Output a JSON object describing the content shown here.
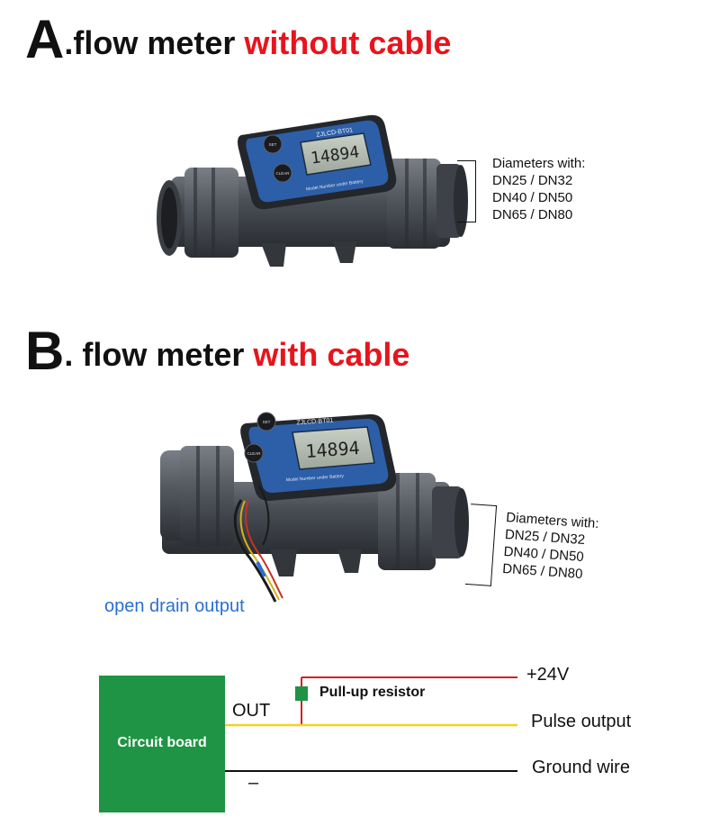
{
  "section_a": {
    "letter": "A",
    "title_plain": ".flow meter ",
    "title_accent": "without cable",
    "display_brand": "ZJLCD-BT01",
    "display_reading": "14894",
    "button_set": "SET",
    "button_clear": "CLEAR",
    "display_caption": "Model Number under Battery",
    "diameters": [
      "Diameters with:",
      "DN25 / DN32",
      "DN40 / DN50",
      "DN65 / DN80"
    ]
  },
  "section_b": {
    "letter": "B",
    "title_plain": ". flow meter ",
    "title_accent": "with cable",
    "display_brand": "ZJLCD-BT01",
    "display_reading": "14894",
    "button_set": "SET",
    "button_clear": "CLEAR",
    "display_caption": "Model Number under Battery",
    "diameters": [
      "Diameters with:",
      "DN25 / DN32",
      "DN40 / DN50",
      "DN65 / DN80"
    ],
    "drain_label": "open drain output"
  },
  "circuit": {
    "board_label": "Circuit board",
    "out_label": "OUT",
    "ground_symbol": "–",
    "resistor_label": "Pull-up resistor",
    "supply_label": "+24V",
    "pulse_label": "Pulse output",
    "ground_label": "Ground wire"
  },
  "colors": {
    "accent_red": "#e8141c",
    "board_green": "#1e9444",
    "display_blue": "#2d5fa8",
    "drain_blue": "#2a6fd0",
    "wire_red": "#d42020",
    "wire_yellow": "#f2d21c",
    "wire_black": "#111111"
  }
}
